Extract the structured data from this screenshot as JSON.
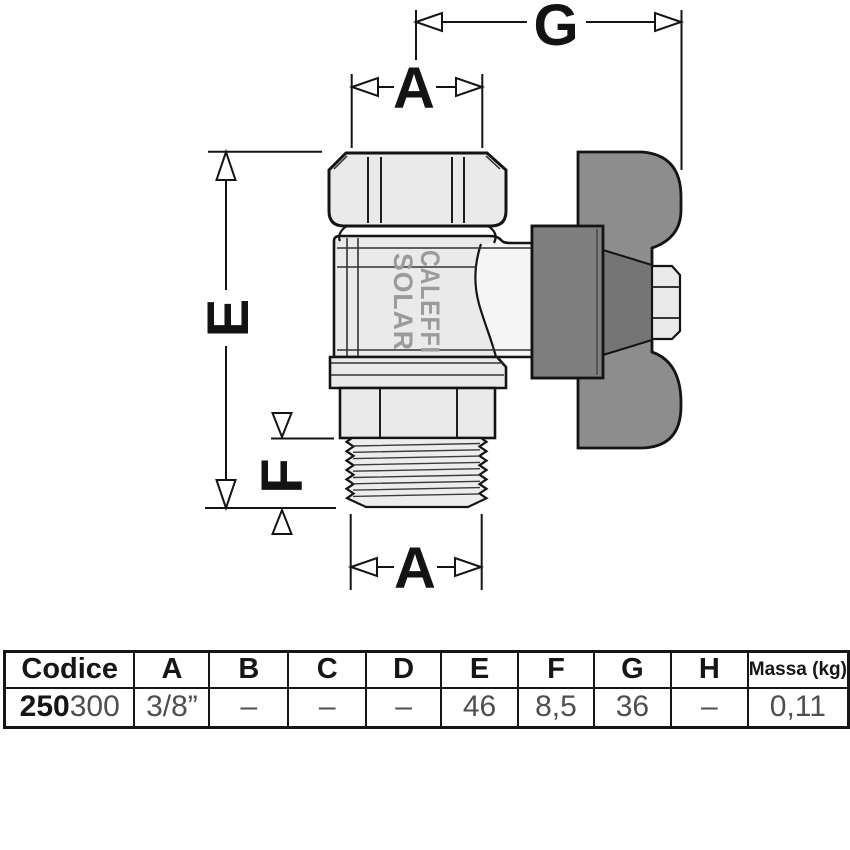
{
  "drawing": {
    "labels": {
      "dim_top_width": "A",
      "dim_handle_width": "G",
      "dim_height": "E",
      "dim_thread_length": "F",
      "dim_bottom_width": "A"
    },
    "logo": {
      "line1": "CALEFFI",
      "line2": "SOLAR"
    },
    "colors": {
      "body": "#eaeaea",
      "body_light": "#f5f5f5",
      "thread": "#ededed",
      "handle_wing": "#8d8d8d",
      "handle_hub": "#7f7f7f",
      "handle_neck": "#757575",
      "stem_hex": "#e9e9e9",
      "outline": "#141414",
      "logo_gray": "#9b9b9b"
    }
  },
  "table": {
    "headers": [
      "Codice",
      "A",
      "B",
      "C",
      "D",
      "E",
      "F",
      "G",
      "H",
      "Massa (kg)"
    ],
    "row": {
      "code_bold": "250",
      "code_rest": "300",
      "values": [
        "3/8”",
        "–",
        "–",
        "–",
        "46",
        "8,5",
        "36",
        "–",
        "0,11"
      ]
    }
  }
}
